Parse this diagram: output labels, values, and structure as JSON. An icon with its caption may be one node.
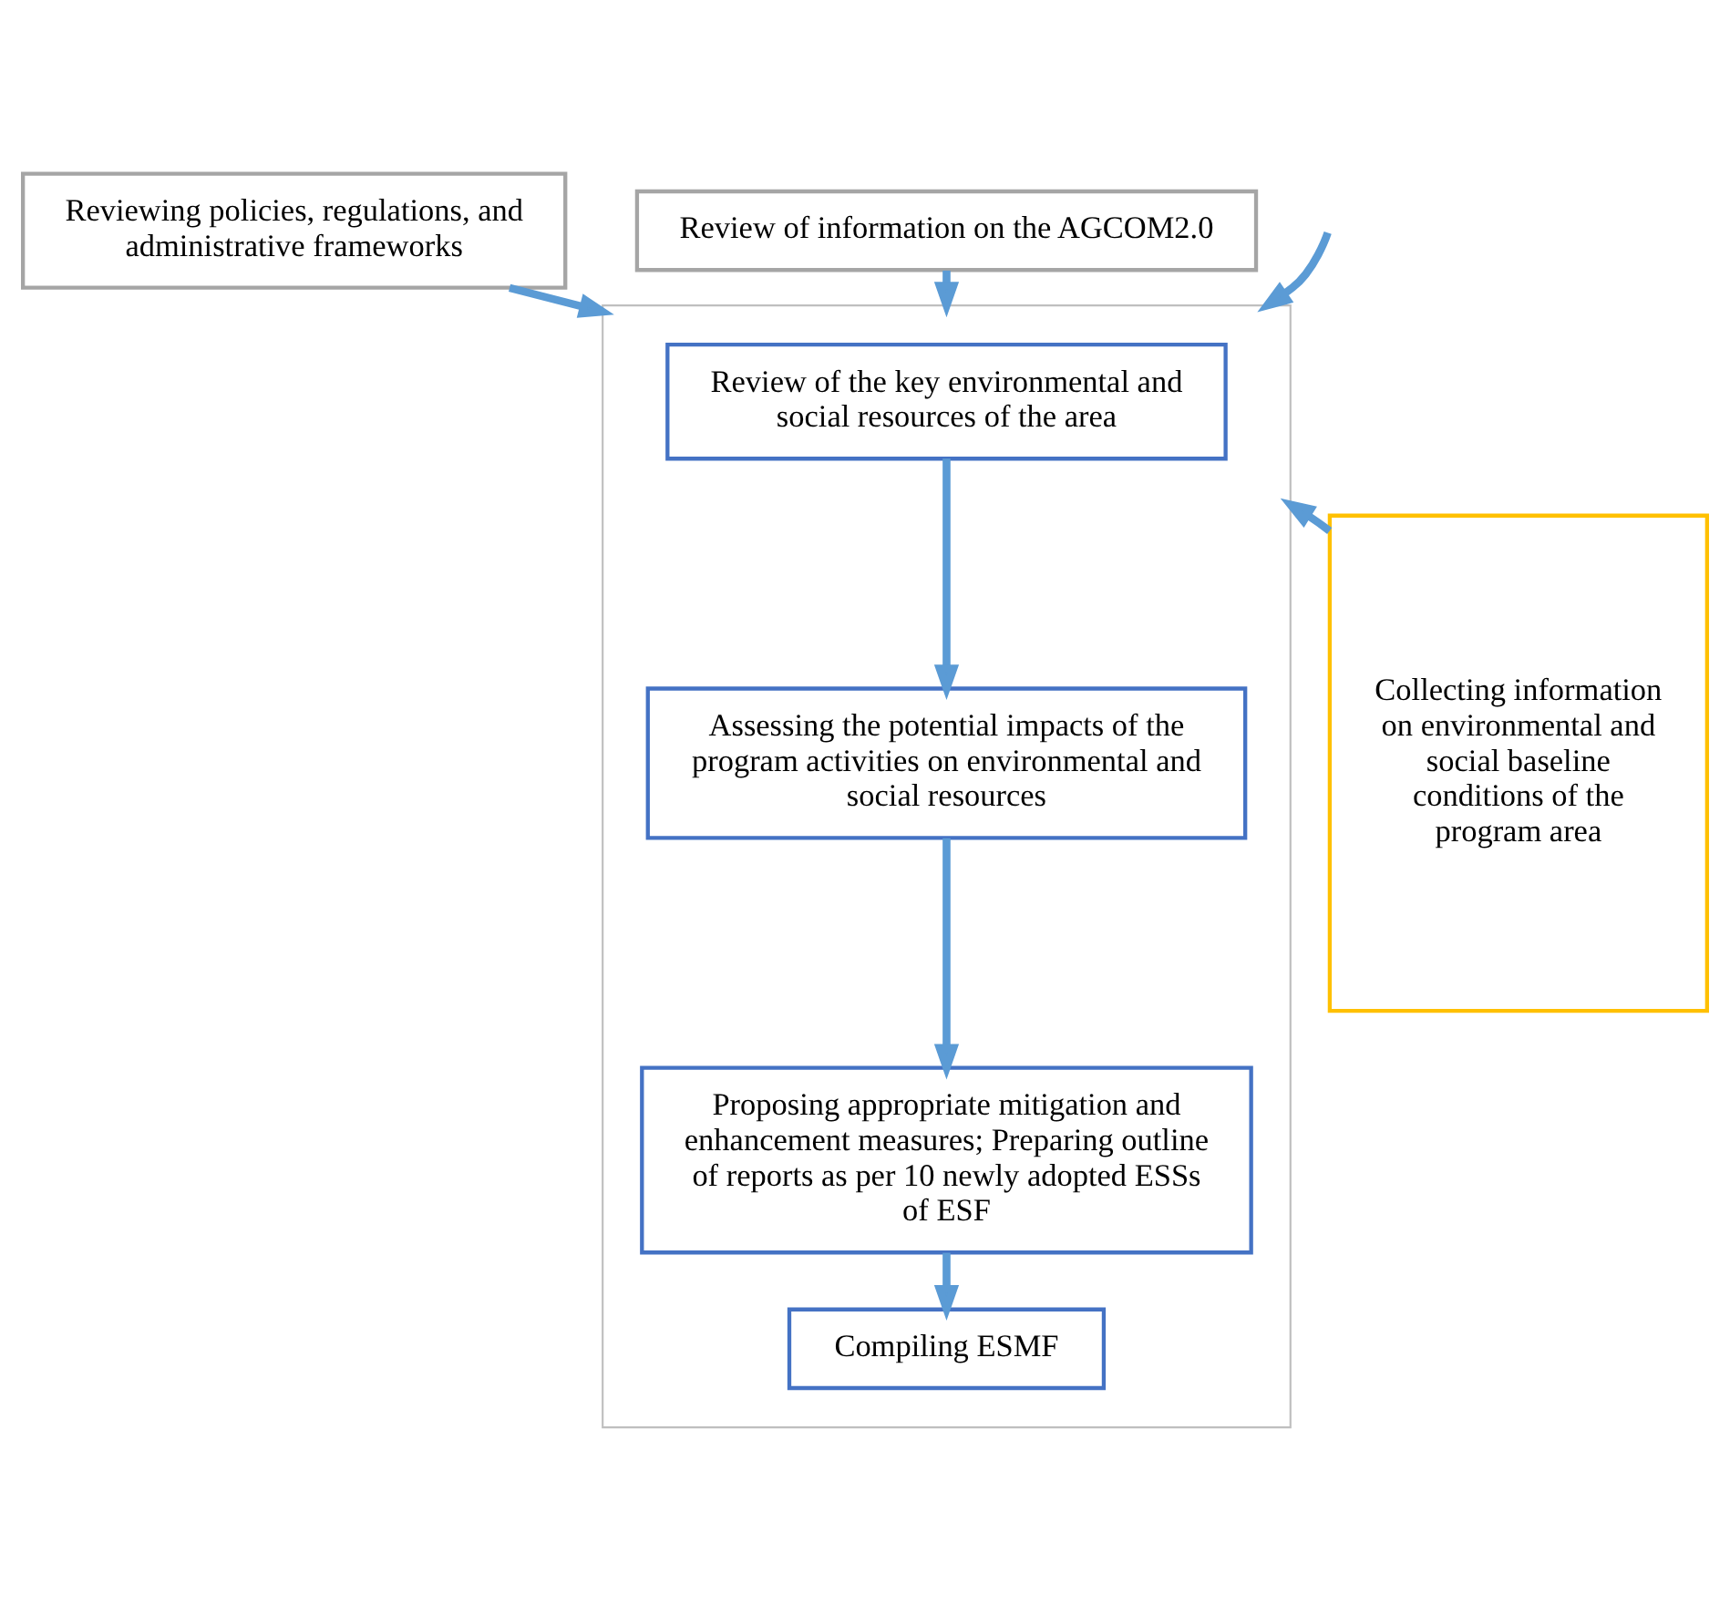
{
  "diagram": {
    "nodes": [
      {
        "text": [
          "Reviewing policies, regulations, and administrative frameworks"
        ]
      },
      {
        "text": [
          "Review of information on the AGCOM2.0"
        ]
      },
      {
        "text": [
          "Collecting information on environmental and social baseline conditions of the program area"
        ]
      },
      {
        "text": [],
        "shape": "box"
      },
      {
        "text": [
          "Review of the key environmental and social resources of the area"
        ],
        "in": 3
      },
      {
        "text": [
          "Assessing the potential impacts of the program activities on environmental and social resources"
        ],
        "in": 3
      },
      {
        "text": [
          "Proposing appropriate mitigation and enhancement measures; Preparing outline of reports as per 10 newly adopted ESSs of ESF"
        ],
        "in": 3
      },
      {
        "text": [
          "Compiling ESMF"
        ],
        "in": 3
      }
    ],
    "edges": [
      {
        "from": 0,
        "to": 3,
        "arrow": "to"
      },
      {
        "from": null,
        "to": 3,
        "arrow": "to"
      },
      {
        "from": 1,
        "to": 3,
        "arrow": "to"
      },
      {
        "from": 2,
        "to": 3,
        "arrow": "to"
      },
      {
        "from": 4,
        "to": 5,
        "arrow": "to"
      },
      {
        "from": 5,
        "to": 6,
        "arrow": "to"
      },
      {
        "from": 6,
        "to": 7,
        "arrow": "to"
      }
    ]
  }
}
